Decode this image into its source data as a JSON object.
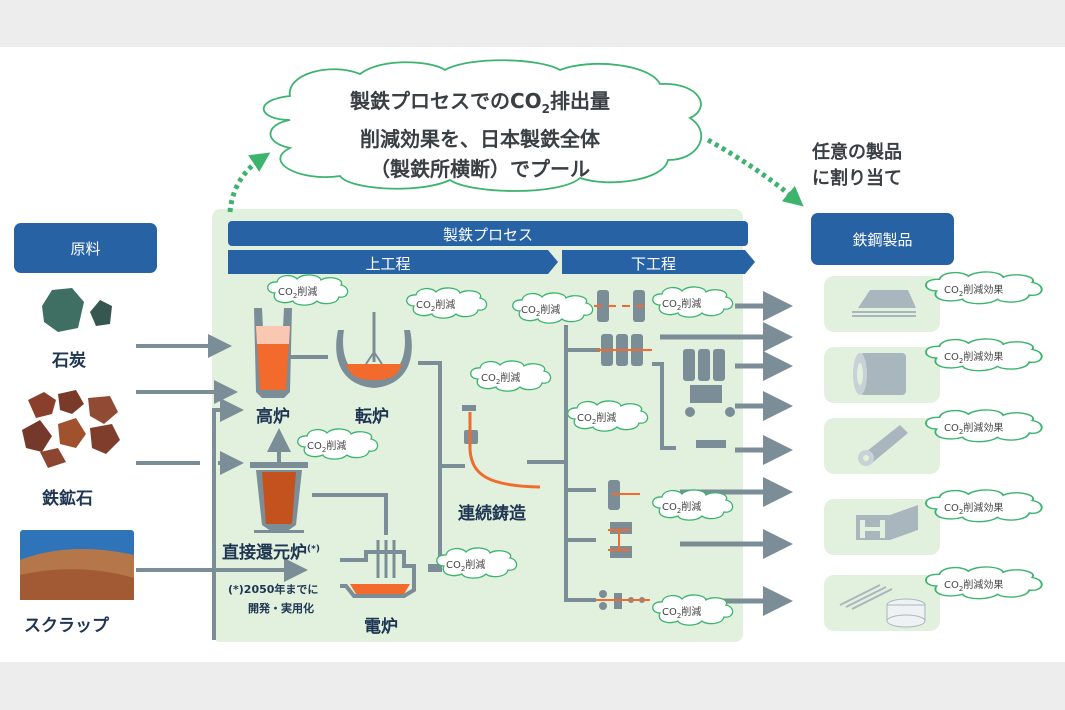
{
  "header_cloud": {
    "line1_pre": "製鉄プロセスでのCO",
    "line1_sub": "2",
    "line1_post": "排出量",
    "line2": "削減効果を、日本製鉄全体",
    "line3": "（製鉄所横断）でプール"
  },
  "assign": {
    "line1": "任意の製品",
    "line2": "に割り当て"
  },
  "raw_materials": {
    "title": "原料",
    "items": [
      {
        "label": "石炭",
        "image": "coal-image"
      },
      {
        "label": "鉄鉱石",
        "image": "iron-ore-image"
      },
      {
        "label": "スクラップ",
        "image": "scrap-image"
      }
    ]
  },
  "process": {
    "title": "製鉄プロセス",
    "upstream": "上工程",
    "downstream": "下工程",
    "units": {
      "blast_furnace": "高炉",
      "converter": "転炉",
      "direct_reduction": "直接還元炉",
      "direct_reduction_mark": "(*)",
      "continuous_casting": "連続鋳造",
      "electric_furnace": "電炉"
    },
    "footnote_line1": "(*)2050年までに",
    "footnote_line2": "開発・実用化",
    "co2_cloud_pre": "CO",
    "co2_cloud_sub": "2",
    "co2_cloud_post": "削減"
  },
  "products": {
    "title": "鉄鋼製品",
    "effect_pre": "CO",
    "effect_sub": "2",
    "effect_post": "削減効果",
    "items": [
      "steel-plate-icon",
      "coil-icon",
      "pipe-icon",
      "h-beam-icon",
      "bar-wire-icon"
    ]
  },
  "colors": {
    "blue": "#2762a5",
    "panel_green": "#e2f1de",
    "cloud_green": "#3cb46e",
    "pipe_gray": "#7b8d96",
    "molten_orange": "#f26a2c"
  }
}
